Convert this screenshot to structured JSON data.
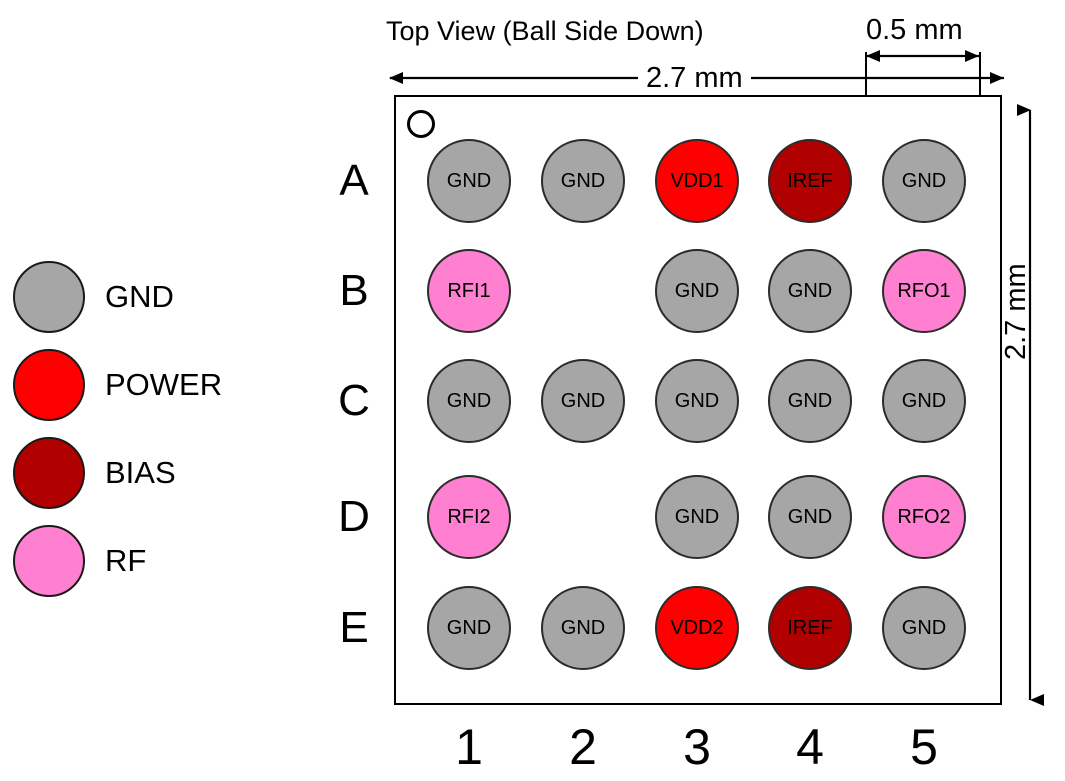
{
  "title": "Top View (Ball Side Down)",
  "dimensions": {
    "width_label": "2.7 mm",
    "height_label": "2.7 mm",
    "pitch_label": "0.5 mm"
  },
  "colors": {
    "gnd": "#A6A6A6",
    "power": "#FF0000",
    "bias": "#B00000",
    "rf": "#FF80D0",
    "outline": "#000000",
    "background": "#FFFFFF"
  },
  "legend": {
    "items": [
      {
        "label": "GND",
        "color": "#A6A6A6"
      },
      {
        "label": "POWER",
        "color": "#FF0000"
      },
      {
        "label": "BIAS",
        "color": "#B00000"
      },
      {
        "label": "RF",
        "color": "#FF80D0"
      }
    ]
  },
  "grid": {
    "row_labels": [
      "A",
      "B",
      "C",
      "D",
      "E"
    ],
    "column_labels": [
      "1",
      "2",
      "3",
      "4",
      "5"
    ],
    "pin1_indicator": "circle",
    "balls": [
      {
        "row": "A",
        "col": "1",
        "label": "GND",
        "type": "GND",
        "color": "#A6A6A6"
      },
      {
        "row": "A",
        "col": "2",
        "label": "GND",
        "type": "GND",
        "color": "#A6A6A6"
      },
      {
        "row": "A",
        "col": "3",
        "label": "VDD1",
        "type": "POWER",
        "color": "#FF0000"
      },
      {
        "row": "A",
        "col": "4",
        "label": "IREF",
        "type": "BIAS",
        "color": "#B00000"
      },
      {
        "row": "A",
        "col": "5",
        "label": "GND",
        "type": "GND",
        "color": "#A6A6A6"
      },
      {
        "row": "B",
        "col": "1",
        "label": "RFI1",
        "type": "RF",
        "color": "#FF80D0"
      },
      {
        "row": "B",
        "col": "2",
        "label": "",
        "type": "EMPTY",
        "color": null
      },
      {
        "row": "B",
        "col": "3",
        "label": "GND",
        "type": "GND",
        "color": "#A6A6A6"
      },
      {
        "row": "B",
        "col": "4",
        "label": "GND",
        "type": "GND",
        "color": "#A6A6A6"
      },
      {
        "row": "B",
        "col": "5",
        "label": "RFO1",
        "type": "RF",
        "color": "#FF80D0"
      },
      {
        "row": "C",
        "col": "1",
        "label": "GND",
        "type": "GND",
        "color": "#A6A6A6"
      },
      {
        "row": "C",
        "col": "2",
        "label": "GND",
        "type": "GND",
        "color": "#A6A6A6"
      },
      {
        "row": "C",
        "col": "3",
        "label": "GND",
        "type": "GND",
        "color": "#A6A6A6"
      },
      {
        "row": "C",
        "col": "4",
        "label": "GND",
        "type": "GND",
        "color": "#A6A6A6"
      },
      {
        "row": "C",
        "col": "5",
        "label": "GND",
        "type": "GND",
        "color": "#A6A6A6"
      },
      {
        "row": "D",
        "col": "1",
        "label": "RFI2",
        "type": "RF",
        "color": "#FF80D0"
      },
      {
        "row": "D",
        "col": "2",
        "label": "",
        "type": "EMPTY",
        "color": null
      },
      {
        "row": "D",
        "col": "3",
        "label": "GND",
        "type": "GND",
        "color": "#A6A6A6"
      },
      {
        "row": "D",
        "col": "4",
        "label": "GND",
        "type": "GND",
        "color": "#A6A6A6"
      },
      {
        "row": "D",
        "col": "5",
        "label": "RFO2",
        "type": "RF",
        "color": "#FF80D0"
      },
      {
        "row": "E",
        "col": "1",
        "label": "GND",
        "type": "GND",
        "color": "#A6A6A6"
      },
      {
        "row": "E",
        "col": "2",
        "label": "GND",
        "type": "GND",
        "color": "#A6A6A6"
      },
      {
        "row": "E",
        "col": "3",
        "label": "VDD2",
        "type": "POWER",
        "color": "#FF0000"
      },
      {
        "row": "E",
        "col": "4",
        "label": "IREF",
        "type": "BIAS",
        "color": "#B00000"
      },
      {
        "row": "E",
        "col": "5",
        "label": "GND",
        "type": "GND",
        "color": "#A6A6A6"
      }
    ]
  }
}
